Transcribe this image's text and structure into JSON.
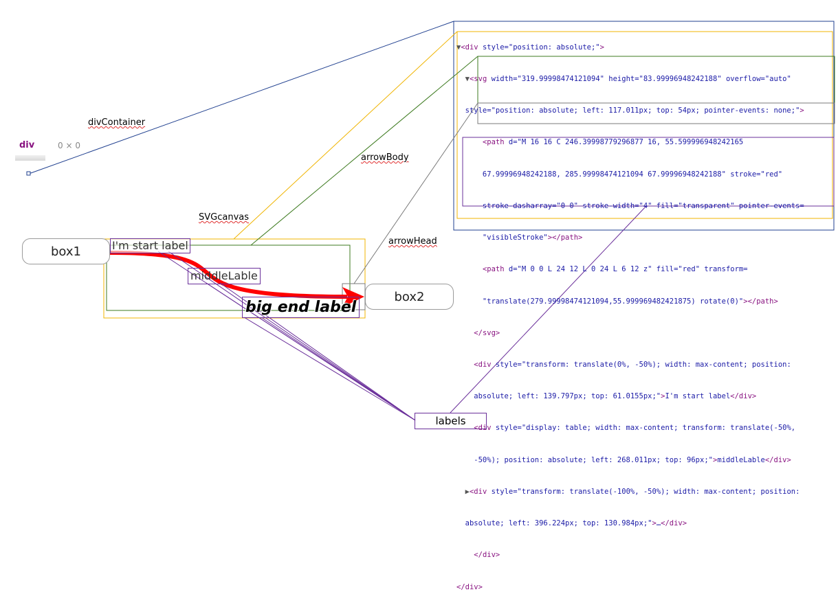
{
  "colors": {
    "arrow": "#ff0000",
    "div_outline": "#1f3f8f",
    "svg_outline": "#f0b400",
    "path_outline": "#3d7a1f",
    "labels_outline": "#6a2f9a",
    "arrowhead_outline": "#7a7a7a"
  },
  "tooltip": {
    "tag": "div",
    "size": "0 × 0"
  },
  "annotations": {
    "div_container": "divContainer",
    "arrow_body": "arrowBody",
    "svg_canvas": "SVGcanvas",
    "arrow_head": "arrowHead",
    "labels": "labels"
  },
  "diagram": {
    "box1": "box1",
    "box2": "box2",
    "start_label": "I'm start label",
    "middle_label": "middleLable",
    "end_label": "big end label"
  },
  "code_lines": [
    "▼<div style=\"position: absolute;\">",
    "  ▼<svg width=\"319.99998474121094\" height=\"83.99996948242188\" overflow=\"auto\"",
    "  style=\"position: absolute; left: 117.011px; top: 54px; pointer-events: none;\">",
    "      <path d=\"M 16 16 C 246.39998779296877 16, 55.599996948242165",
    "      67.99996948242188, 285.99998474121094 67.99996948242188\" stroke=\"red\"",
    "      stroke-dasharray=\"0 0\" stroke-width=\"4\" fill=\"transparent\" pointer-events=",
    "      \"visibleStroke\"></path>",
    "      <path d=\"M 0 0 L 24 12 L 0 24 L 6 12 z\" fill=\"red\" transform=",
    "      \"translate(279.99998474121094,55.999969482421875) rotate(0)\"></path>",
    "    </svg>",
    "    <div style=\"transform: translate(0%, -50%); width: max-content; position:",
    "    absolute; left: 139.797px; top: 61.0155px;\">I'm start label</div>",
    "    <div style=\"display: table; width: max-content; transform: translate(-50%,",
    "    -50%); position: absolute; left: 268.011px; top: 96px;\">middleLable</div>",
    "  ▶<div style=\"transform: translate(-100%, -50%); width: max-content; position:",
    "  absolute; left: 396.224px; top: 130.984px;\">…</div>",
    "    </div>",
    "</div>"
  ]
}
